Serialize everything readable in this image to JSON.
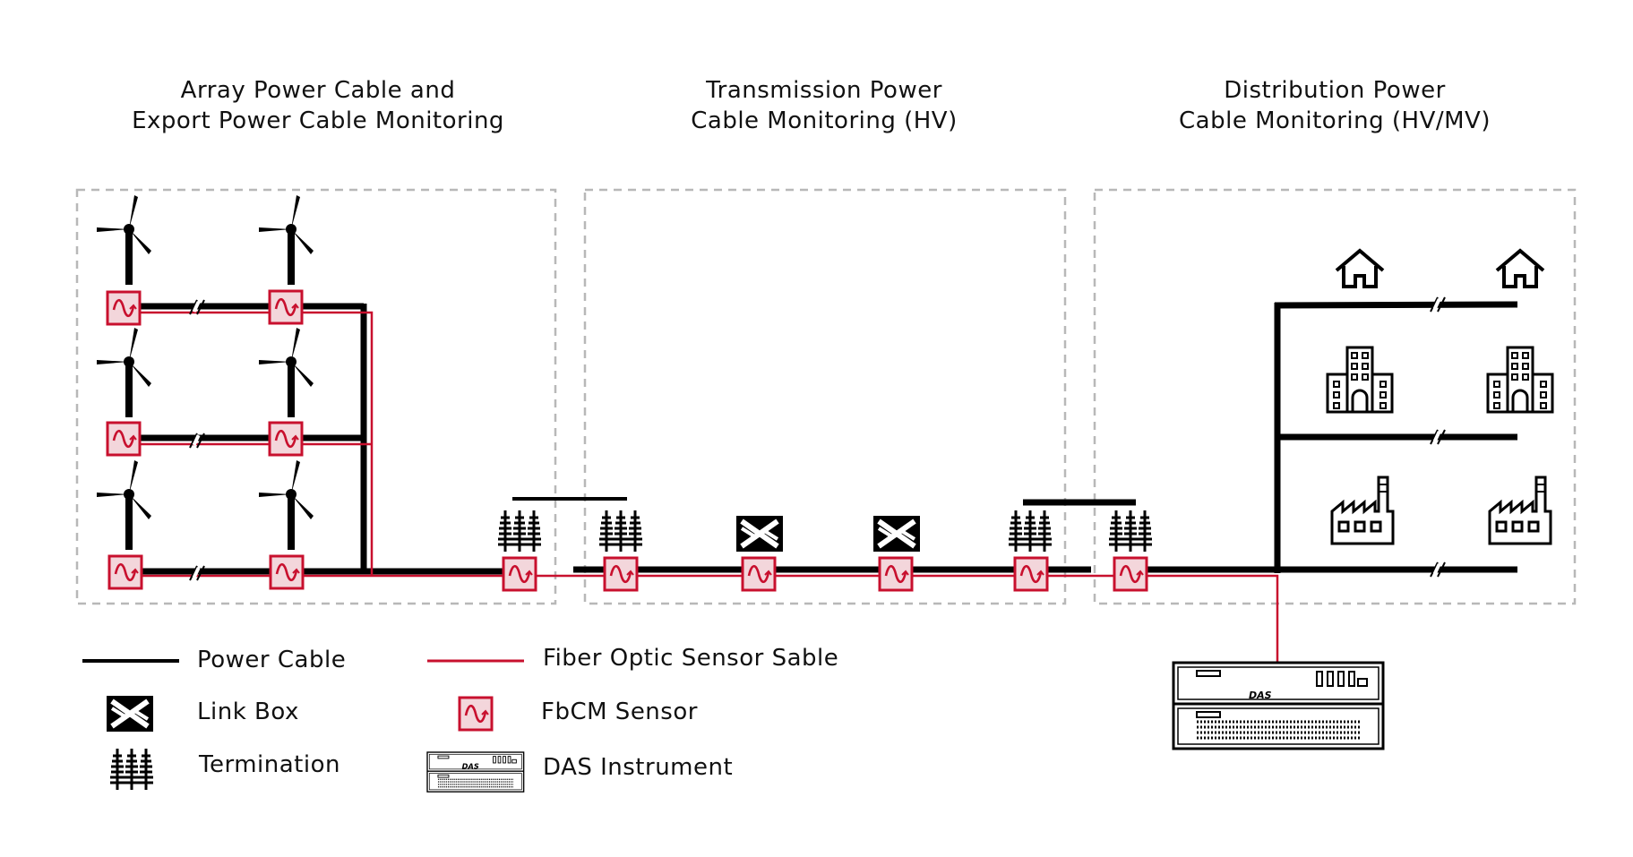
{
  "sections": [
    {
      "line1": "Array Power Cable and",
      "line2": "Export Power Cable Monitoring"
    },
    {
      "line1": "Transmission Power",
      "line2": "Cable Monitoring (HV)"
    },
    {
      "line1": "Distribution Power",
      "line2": "Cable Monitoring (HV/MV)"
    }
  ],
  "legend": {
    "power_cable": "Power Cable",
    "fiber_cable": "Fiber Optic Sensor Sable",
    "link_box": "Link Box",
    "fbcm_sensor": "FbCM Sensor",
    "termination": "Termination",
    "das_instrument": "DAS Instrument"
  },
  "das_label": "DAS",
  "colors": {
    "power_cable": "#000000",
    "fiber_cable": "#c8102e",
    "sensor_fill": "#f3d6db",
    "dashed_box": "#b8b8b8"
  },
  "icons": [
    "wind-turbine-icon",
    "fbcm-sensor-icon",
    "link-box-icon",
    "termination-icon",
    "house-icon",
    "office-building-icon",
    "factory-icon",
    "das-instrument-icon"
  ]
}
